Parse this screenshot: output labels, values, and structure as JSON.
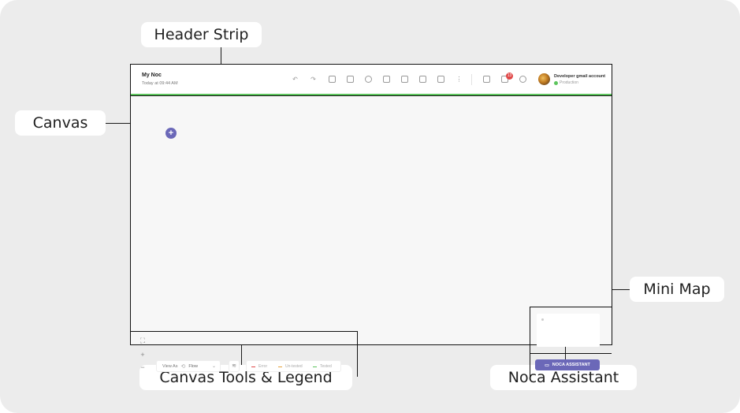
{
  "callouts": {
    "header_strip": "Header Strip",
    "canvas": "Canvas",
    "mini_map": "Mini Map",
    "canvas_tools_legend": "Canvas Tools & Legend",
    "noca_assistant": "Noca Assistant"
  },
  "header": {
    "title": "My Noc",
    "timestamp": "Today at 09:44 AM",
    "notification_count": "13",
    "account_name": "Developer gmail account",
    "environment": "Production",
    "accent_color": "#5cc45c"
  },
  "canvas": {
    "add_node_label": "+"
  },
  "tools": {
    "fit_label": "⛶",
    "zoom_in_label": "+",
    "zoom_out_label": "−",
    "view_as_label": "View As",
    "view_as_value": "Flow",
    "legend": [
      {
        "label": "Error",
        "color": "#e04848"
      },
      {
        "label": "Un-tested",
        "color": "#e6a23c"
      },
      {
        "label": "Tested",
        "color": "#5cc45c"
      }
    ]
  },
  "assistant": {
    "button_label": "NOCA ASSISTANT",
    "color": "#6b68b8"
  }
}
